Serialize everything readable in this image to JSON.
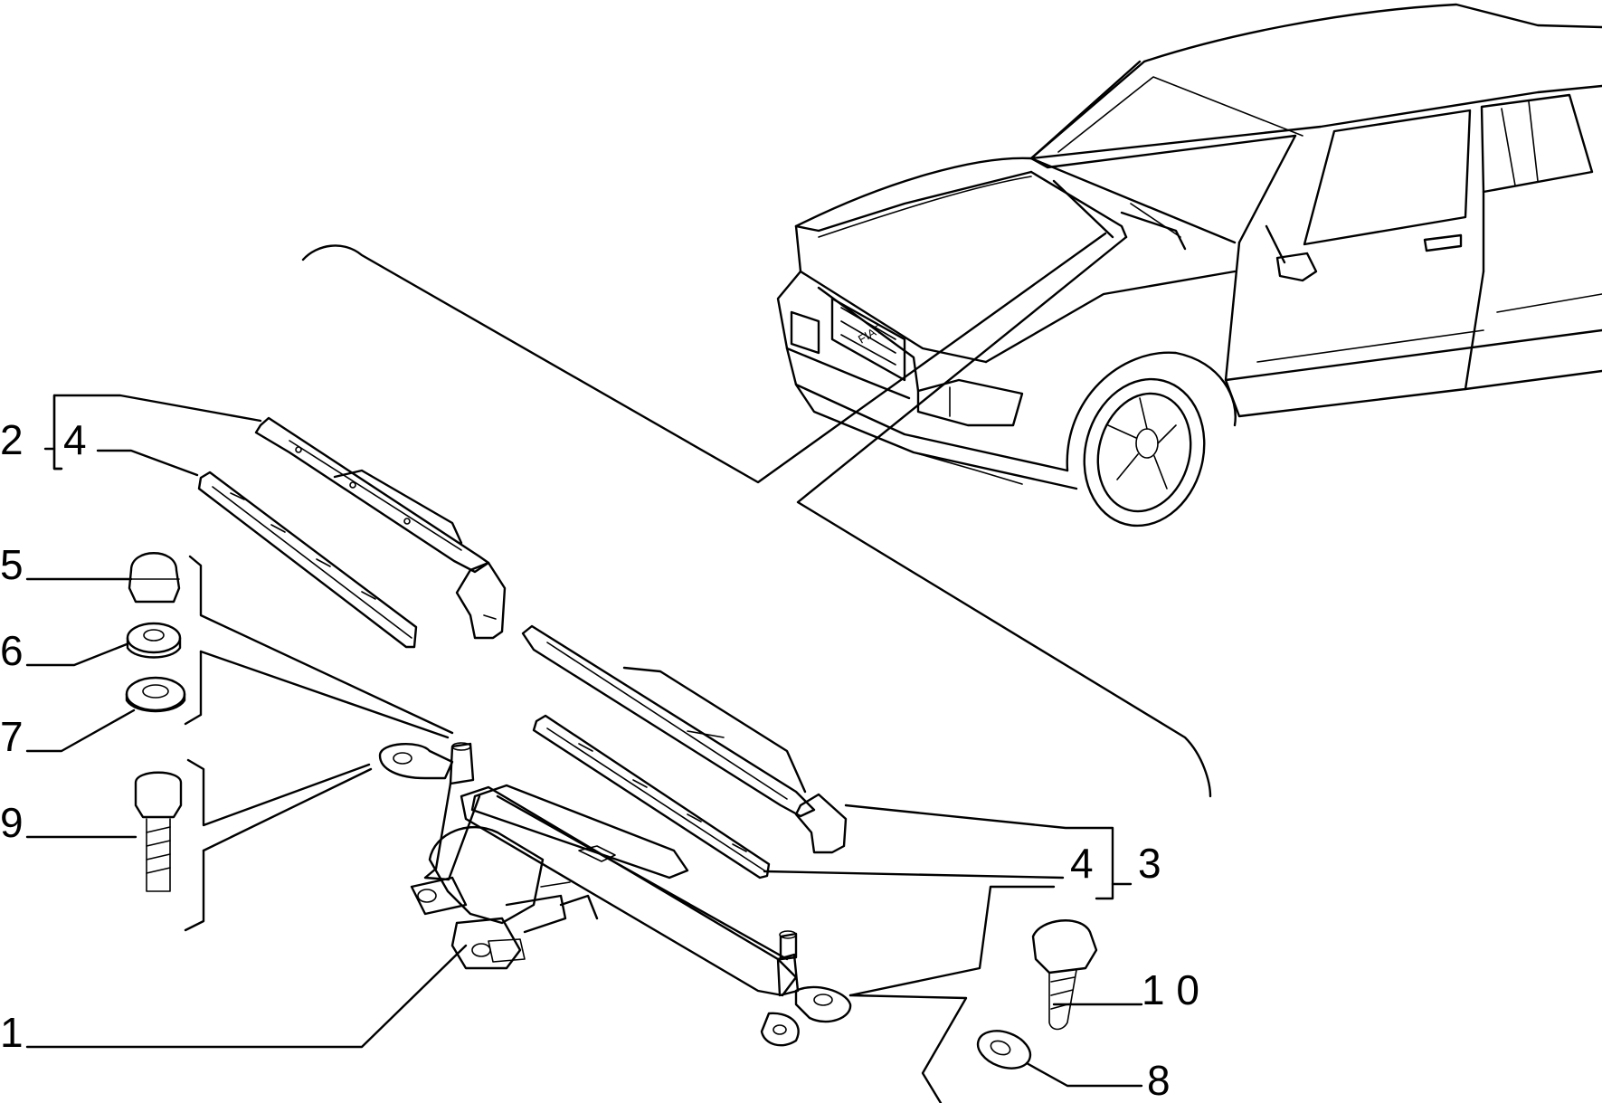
{
  "callouts": {
    "c1": "1",
    "c2": "2",
    "c3": "3",
    "c4_left": "4",
    "c4_right": "4",
    "c5": "5",
    "c6": "6",
    "c7": "7",
    "c8": "8",
    "c9": "9",
    "c10": "1 0"
  },
  "car_badge": "FIAT"
}
